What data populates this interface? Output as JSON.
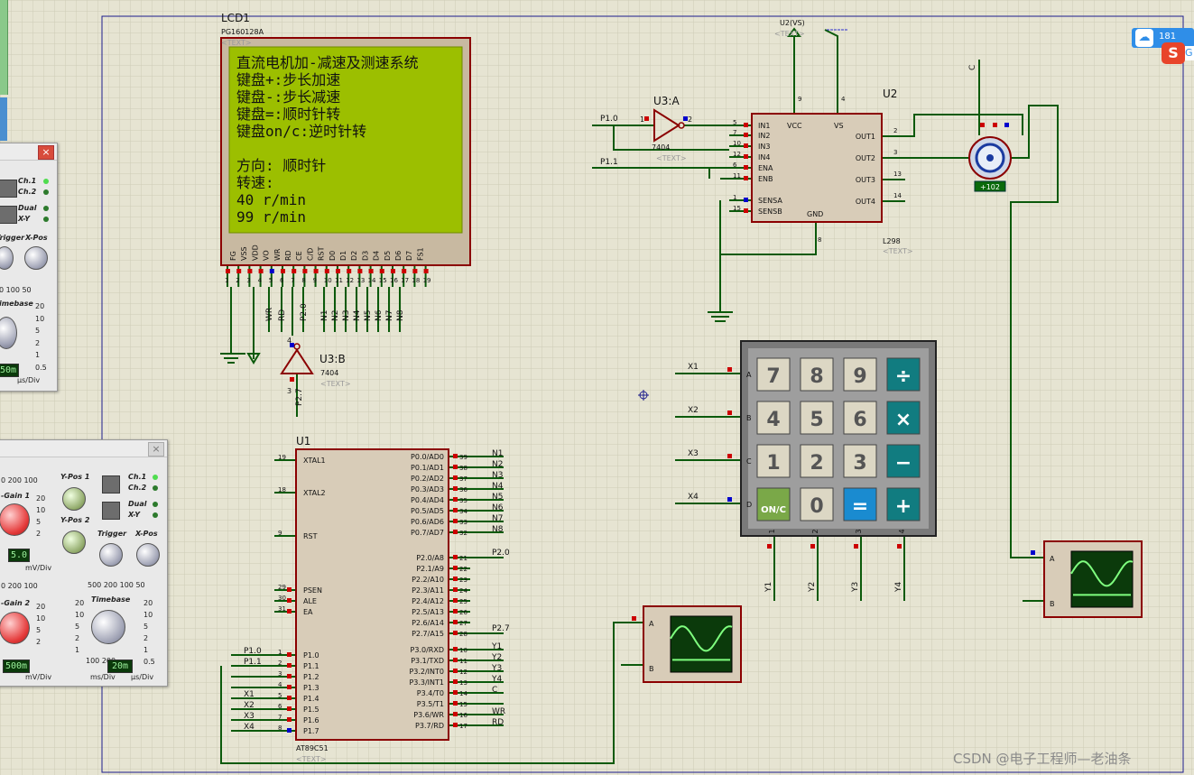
{
  "schematic": {
    "lcd": {
      "ref": "LCD1",
      "model": "PG160128A",
      "text": "<TEXT>",
      "screen": [
        "直流电机加-减速及测速系统",
        "键盘+:步长加速",
        "键盘-:步长减速",
        "键盘=:顺时针转",
        "键盘on/c:逆时针转",
        "",
        "方向: 顺时针",
        "转速:",
        "  40      r/min",
        "  99       r/min"
      ],
      "pin_names": [
        "FG",
        "VSS",
        "VDD",
        "VO",
        "WR",
        "RD",
        "CE",
        "C/D",
        "RST",
        "D0",
        "D1",
        "D2",
        "D3",
        "D4",
        "D5",
        "D6",
        "D7",
        "FS1"
      ],
      "pin_numbers": [
        "1",
        "2",
        "3",
        "4",
        "5",
        "6",
        "7",
        "8",
        "9",
        "10",
        "11",
        "12",
        "13",
        "14",
        "15",
        "16",
        "17",
        "18",
        "19"
      ],
      "net_labels": [
        "WR",
        "RD",
        "P2.0",
        "N1",
        "N2",
        "N3",
        "N4",
        "N5",
        "N6",
        "N7",
        "N8"
      ]
    },
    "u3a": {
      "ref": "U3:A",
      "model": "7404",
      "text": "<TEXT>",
      "pins": [
        "1",
        "2"
      ]
    },
    "u3b": {
      "ref": "U3:B",
      "model": "7404",
      "text": "<TEXT>",
      "pins": [
        "4",
        "3"
      ],
      "net": "P2.7"
    },
    "l298": {
      "ref": "U2",
      "model": "L298",
      "text": "<TEXT>",
      "left": [
        "IN1",
        "IN2",
        "IN3",
        "IN4",
        "ENA",
        "ENB",
        "SENSA",
        "SENSB"
      ],
      "left_nums": [
        "5",
        "7",
        "10",
        "12",
        "6",
        "11",
        "1",
        "15"
      ],
      "right": [
        "OUT1",
        "OUT2",
        "OUT3",
        "OUT4"
      ],
      "right_nums": [
        "2",
        "3",
        "13",
        "14"
      ],
      "top": [
        "VCC",
        "VS"
      ],
      "top_nums": [
        "9",
        "4"
      ],
      "gnd": "GND",
      "gnd_num": "8",
      "nets": [
        "P1.0",
        "P1.1"
      ],
      "power": "U2(VS)",
      "power_text": "<TEXT>"
    },
    "motor": {
      "value": "+102",
      "net": "C"
    },
    "mcu": {
      "ref": "U1",
      "model": "AT89C51",
      "text": "<TEXT>",
      "left": [
        "XTAL1",
        "XTAL2",
        "RST",
        "PSEN",
        "ALE",
        "EA",
        "P1.0",
        "P1.1",
        "P1.2",
        "P1.3",
        "P1.4",
        "P1.5",
        "P1.6",
        "P1.7"
      ],
      "left_nums": [
        "19",
        "18",
        "9",
        "29",
        "30",
        "31",
        "1",
        "2",
        "3",
        "4",
        "5",
        "6",
        "7",
        "8"
      ],
      "left_nets": [
        "P1.0",
        "P1.1",
        "",
        "",
        "X1",
        "X2",
        "X3",
        "X4"
      ],
      "right_p0": [
        "P0.0/AD0",
        "P0.1/AD1",
        "P0.2/AD2",
        "P0.3/AD3",
        "P0.4/AD4",
        "P0.5/AD5",
        "P0.6/AD6",
        "P0.7/AD7"
      ],
      "right_p0_nums": [
        "39",
        "38",
        "37",
        "36",
        "35",
        "34",
        "33",
        "32"
      ],
      "right_p0_nets": [
        "N1",
        "N2",
        "N3",
        "N4",
        "N5",
        "N6",
        "N7",
        "N8"
      ],
      "right_p2": [
        "P2.0/A8",
        "P2.1/A9",
        "P2.2/A10",
        "P2.3/A11",
        "P2.4/A12",
        "P2.5/A13",
        "P2.6/A14",
        "P2.7/A15"
      ],
      "right_p2_nums": [
        "21",
        "22",
        "23",
        "24",
        "25",
        "26",
        "27",
        "28"
      ],
      "right_p3": [
        "P3.0/RXD",
        "P3.1/TXD",
        "P3.2/INT0",
        "P3.3/INT1",
        "P3.4/T0",
        "P3.5/T1",
        "P3.6/WR",
        "P3.7/RD"
      ],
      "right_p3_nums": [
        "10",
        "11",
        "12",
        "13",
        "14",
        "15",
        "16",
        "17"
      ],
      "right_p3_nets": [
        "Y1",
        "Y2",
        "Y3",
        "Y4",
        "C",
        "",
        "WR",
        "RD"
      ],
      "p2_nets": [
        "P2.0",
        "P2.7"
      ]
    },
    "keypad": {
      "rows": [
        "A",
        "B",
        "C",
        "D"
      ],
      "row_nets": [
        "X1",
        "X2",
        "X3",
        "X4"
      ],
      "cols": [
        "1",
        "2",
        "3",
        "4"
      ],
      "col_nets": [
        "Y1",
        "Y2",
        "Y3",
        "Y4"
      ],
      "keys": [
        "7",
        "8",
        "9",
        "÷",
        "4",
        "5",
        "6",
        "×",
        "1",
        "2",
        "3",
        "−",
        "ON/C",
        "0",
        "=",
        "+"
      ]
    },
    "scope_small": {
      "a": "A",
      "b": "B"
    },
    "scope_right": {
      "a": "A",
      "b": "B"
    }
  },
  "osc_panel_top": {
    "ch1": "Ch.1",
    "ch2": "Ch.2",
    "dual": "Dual",
    "xy": "X-Y",
    "trigger": "Trigger",
    "xpos": "X-Pos",
    "scale_top": "0  100 50",
    "timebase": "imebase",
    "disp": "50m",
    "unit": "µs/Div",
    "scale_r": [
      "20",
      "10",
      "5",
      "2",
      "1",
      "0.5"
    ]
  },
  "osc_panel_bottom": {
    "gain1": "-Gain 1",
    "gain2": "-Gain 2",
    "scale_g1": "0 200 100",
    "scale_g2": "0 200 100",
    "ypos1": "Y-Pos 1",
    "ypos2": "Y-Pos 2",
    "ch1": "Ch.1",
    "ch2": "Ch.2",
    "dual": "Dual",
    "xy": "X-Y",
    "trigger": "Trigger",
    "xpos": "X-Pos",
    "disp1": "5.0",
    "disp2": "500m",
    "unit1": "mV/Div",
    "unit2": "mV/Div",
    "timebase": "Timebase",
    "tb_scale": "500 200 100  50",
    "tb_left": [
      "20",
      "10",
      "5",
      "2",
      "1"
    ],
    "tb_right": [
      "20",
      "10",
      "5",
      "2",
      "1",
      "0.5"
    ],
    "tb_bottom": "100 200",
    "disp3": "20m",
    "unit3": "ms/Div",
    "unit4": "µs/Div",
    "scale_a": [
      "20",
      "10",
      "5",
      "2"
    ],
    "scale_b": [
      "20",
      "10",
      "5",
      "2"
    ]
  },
  "tray": {
    "badge": "181",
    "ime": "S",
    "ime2": "G"
  },
  "watermark": "CSDN @电子工程师—老油条",
  "colors": {
    "bg": "#e6e4d2",
    "grid": "#cdccb6",
    "wire": "#0b5a0b",
    "lcd": "#9cbf00",
    "chip": "#d8ccb8",
    "chipBorder": "#8b0000",
    "pinRed": "#cc0000",
    "pinBlue": "#0000cc",
    "keyDark": "#555",
    "keyTeal": "#117c80",
    "keyBlue": "#1a8bd0",
    "keyGreen": "#7aa848"
  }
}
